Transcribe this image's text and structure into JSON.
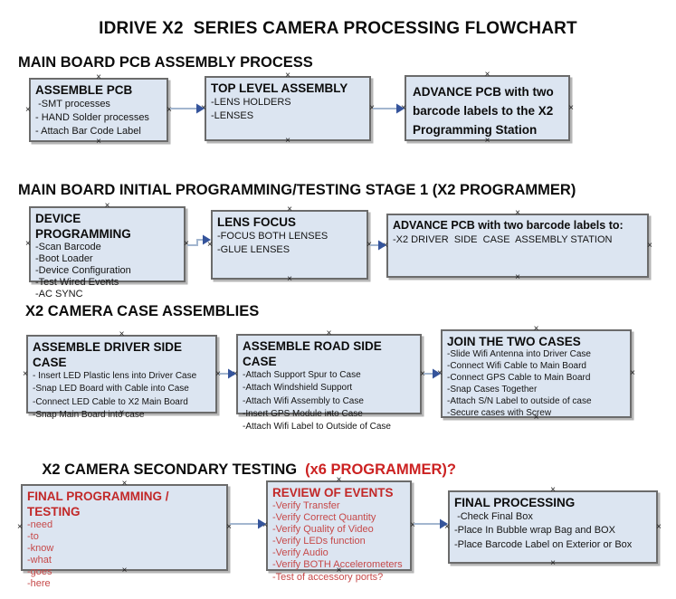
{
  "title": "IDRIVE X2  SERIES CAMERA PROCESSING FLOWCHART",
  "icons": {
    "connector_anchor": "×"
  },
  "colors": {
    "box_fill": "#dce5f1",
    "box_border": "#6b6b6b",
    "arrow_line": "#a3b6cf",
    "arrow_head": "#35549b",
    "heading_text": "#0c0c0c",
    "accent_red": "#c22828"
  },
  "sections": [
    {
      "heading": "MAIN BOARD PCB ASSEMBLY PROCESS",
      "boxes": [
        {
          "title": "ASSEMBLE PCB",
          "items": [
            " -SMT processes",
            "- HAND Solder processes",
            "- Attach Bar Code Label"
          ]
        },
        {
          "title": "TOP LEVEL ASSEMBLY",
          "items": [
            "-LENS HOLDERS",
            "-LENSES"
          ]
        },
        {
          "title": "ADVANCE PCB with two barcode labels to the X2 Programming Station",
          "items": []
        }
      ]
    },
    {
      "heading": "MAIN BOARD INITIAL PROGRAMMING/TESTING STAGE 1 (X2 PROGRAMMER)",
      "boxes": [
        {
          "title": "DEVICE PROGRAMMING",
          "items": [
            "-Scan Barcode",
            "-Boot Loader",
            "-Device Configuration",
            "-Test Wired Events",
            "-AC SYNC"
          ]
        },
        {
          "title": "LENS FOCUS",
          "items": [
            "-FOCUS BOTH LENSES",
            "-GLUE LENSES"
          ]
        },
        {
          "title": "ADVANCE PCB with two barcode labels to:",
          "items": [
            "-X2 DRIVER  SIDE  CASE  ASSEMBLY STATION"
          ]
        }
      ]
    },
    {
      "heading": "X2 CAMERA CASE ASSEMBLIES",
      "boxes": [
        {
          "title": "ASSEMBLE DRIVER SIDE CASE",
          "items": [
            "- Insert LED Plastic lens into Driver Case",
            "-Snap LED Board with Cable into Case",
            "-Connect LED Cable to X2 Main Board",
            "-Snap Main Board into case"
          ]
        },
        {
          "title": "ASSEMBLE ROAD SIDE CASE",
          "items": [
            "-Attach Support Spur to Case",
            "-Attach Windshield Support",
            "-Attach Wifi Assembly to Case",
            "-Insert GPS Module into Case",
            "-Attach Wifi Label to Outside of Case"
          ]
        },
        {
          "title": "JOIN THE TWO CASES",
          "items": [
            "-Slide Wifi Antenna into Driver Case",
            "-Connect Wifi Cable to Main Board",
            "-Connect GPS Cable to Main Board",
            "-Snap Cases Together",
            "-Attach S/N Label to outside of case",
            "-Secure cases with Screw"
          ]
        }
      ]
    },
    {
      "heading": "X2 CAMERA SECONDARY TESTING",
      "heading_highlight": "(x6 PROGRAMMER)?",
      "boxes": [
        {
          "title": "FINAL PROGRAMMING / TESTING",
          "items": [
            "-need",
            "-to",
            "-know",
            "-what",
            "-goes",
            "-here"
          ]
        },
        {
          "title": "REVIEW OF EVENTS",
          "items": [
            "-Verify Transfer",
            "-Verify Correct Quantity",
            "-Verify Quality of Video",
            "-Verify LEDs function",
            "-Verify Audio",
            "-Verify BOTH Accelerometers",
            "-Test of accessory ports?"
          ]
        },
        {
          "title": "FINAL PROCESSING",
          "items": [
            " -Check Final Box",
            "-Place In Bubble wrap Bag and BOX",
            "-Place Barcode Label on Exterior or Box"
          ]
        }
      ]
    }
  ]
}
